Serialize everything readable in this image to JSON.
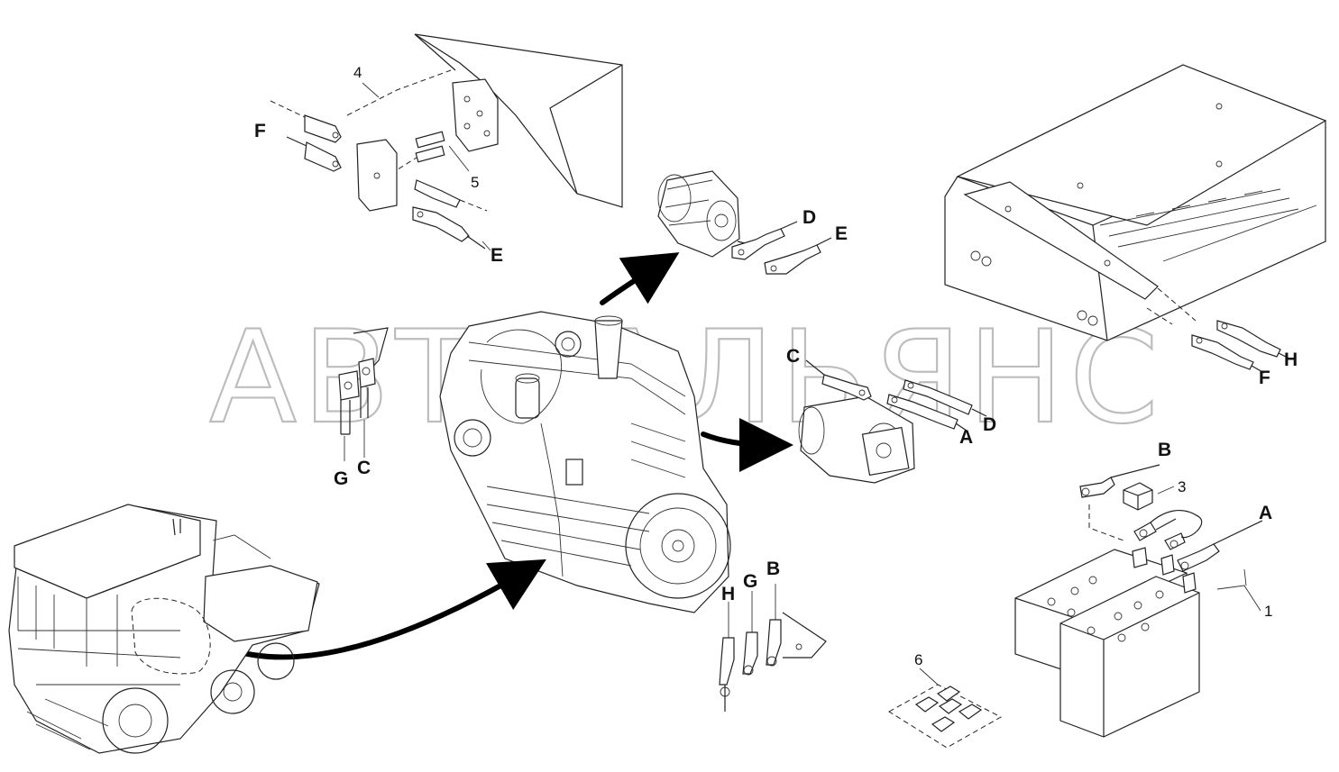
{
  "watermark": "АВТОАЛЬЯНС",
  "callouts": {
    "num_1": "1",
    "num_3": "3",
    "num_4": "4",
    "num_5": "5",
    "num_6": "6",
    "F_top": "F",
    "E_top": "E",
    "D_alt": "D",
    "E_alt": "E",
    "H_ecu": "H",
    "F_ecu": "F",
    "C_starter": "C",
    "D_starter": "D",
    "A_starter": "A",
    "G_left": "G",
    "C_left": "C",
    "B_bat": "B",
    "A_bat": "A",
    "H_bot": "H",
    "G_bot": "G",
    "B_bot": "B"
  }
}
